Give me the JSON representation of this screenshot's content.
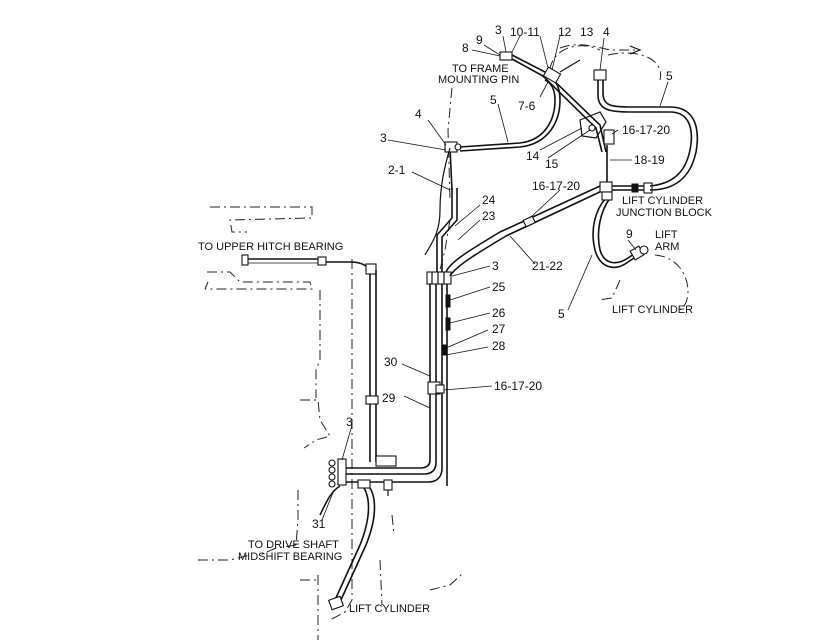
{
  "labels": {
    "frame_pin_1": "TO FRAME",
    "frame_pin_2": "MOUNTING PIN",
    "upper_hitch": "TO UPPER HITCH BEARING",
    "junction_1": "LIFT CYLINDER",
    "junction_2": "JUNCTION BLOCK",
    "lift_arm_1": "LIFT",
    "lift_arm_2": "ARM",
    "lift_cyl_right": "LIFT CYLINDER",
    "drive_shaft_1": "TO DRIVE SHAFT",
    "drive_shaft_2": "MIDSHIFT BEARING",
    "lift_cyl_bottom": "LIFT CYLINDER"
  },
  "callouts": {
    "c3_top": "3",
    "c10_11": "10-11",
    "c12": "12",
    "c13": "13",
    "c9_top": "9",
    "c8": "8",
    "c4_top": "4",
    "c5_topright": "5",
    "c7_6": "7-6",
    "c5_mid": "5",
    "c4_left": "4",
    "c3_left": "3",
    "c16_17_20_a": "16-17-20",
    "c14": "14",
    "c15": "15",
    "c18_19": "18-19",
    "c2_1": "2-1",
    "c16_17_20_b": "16-17-20",
    "c24": "24",
    "c23": "23",
    "c9_right": "9",
    "c21_22": "21-22",
    "c3_mid": "3",
    "c25": "25",
    "c26": "26",
    "c27": "27",
    "c28": "28",
    "c5_low": "5",
    "c30": "30",
    "c16_17_20_c": "16-17-20",
    "c29": "29",
    "c3_bottom": "3",
    "c31": "31"
  }
}
